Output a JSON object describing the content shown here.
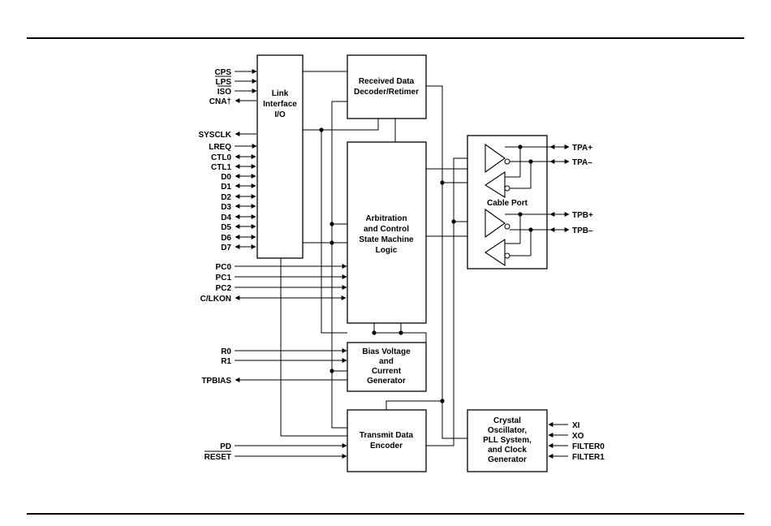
{
  "diagram": {
    "blocks": {
      "link_interface": [
        "Link",
        "Interface",
        "I/O"
      ],
      "received_data": [
        "Received Data",
        "Decoder/Retimer"
      ],
      "arbitration": [
        "Arbitration",
        "and Control",
        "State Machine",
        "Logic"
      ],
      "cable_port": [
        "Cable Port"
      ],
      "bias_voltage": [
        "Bias Voltage",
        "and",
        "Current",
        "Generator"
      ],
      "transmit_data": [
        "Transmit Data",
        "Encoder"
      ],
      "crystal_oscillator": [
        "Crystal",
        "Oscillator,",
        "PLL System,",
        "and Clock",
        "Generator"
      ]
    },
    "signals": {
      "link_side": [
        "CPS",
        "LPS",
        "ISO",
        "CNA†",
        "SYSCLK",
        "LREQ",
        "CTL0",
        "CTL1",
        "D0",
        "D1",
        "D2",
        "D3",
        "D4",
        "D5",
        "D6",
        "D7"
      ],
      "control_side": [
        "PC0",
        "PC1",
        "PC2",
        "C/LKON"
      ],
      "bias_side": [
        "R0",
        "R1",
        "TPBIAS"
      ],
      "reset_side": [
        "PD",
        "RESET"
      ],
      "cable_side": [
        "TPA+",
        "TPA–",
        "TPB+",
        "TPB–"
      ],
      "clock_side": [
        "XI",
        "XO",
        "FILTER0",
        "FILTER1"
      ]
    }
  }
}
